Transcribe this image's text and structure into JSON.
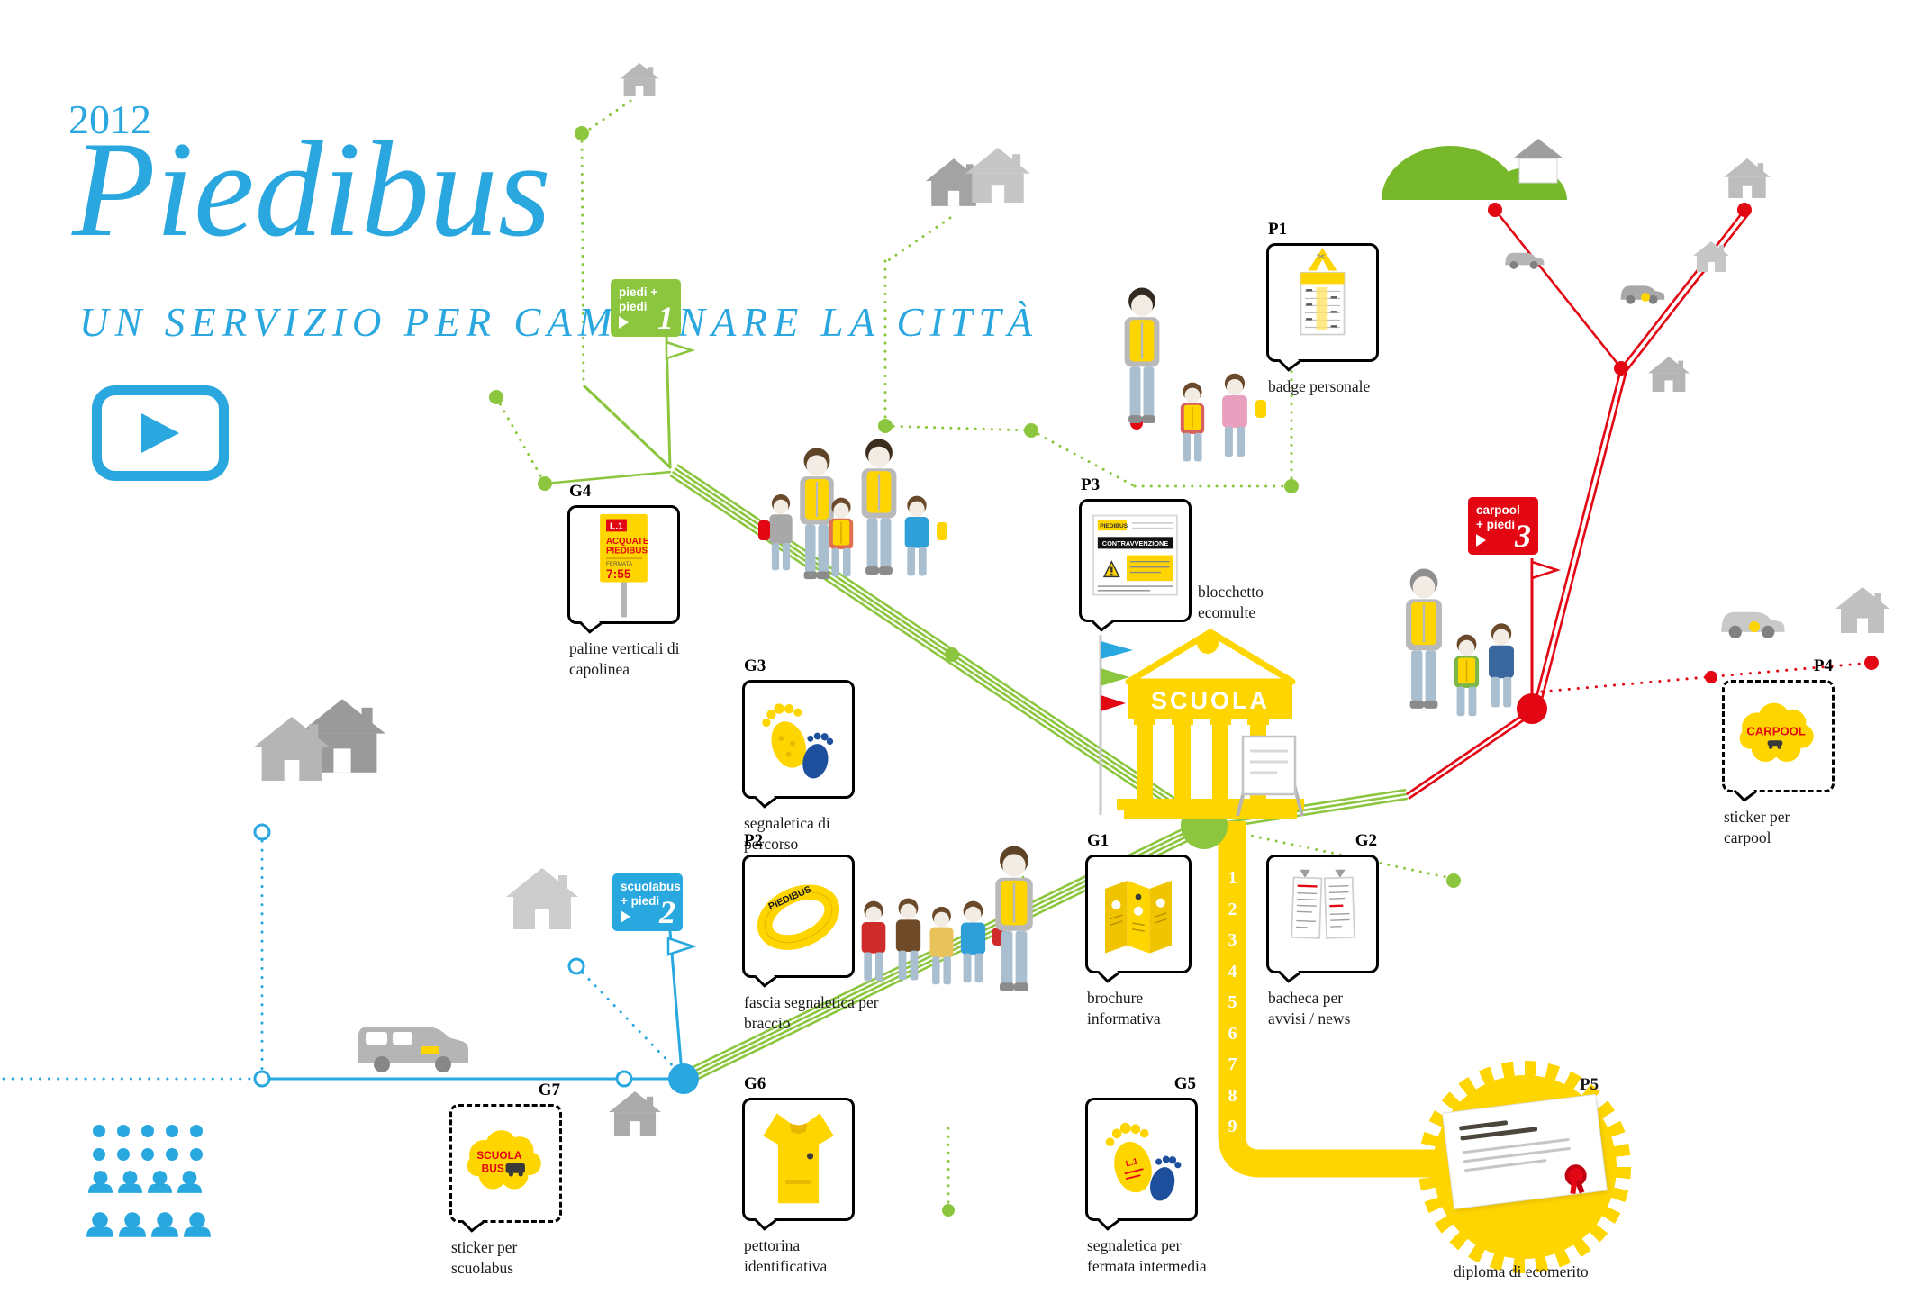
{
  "header": {
    "year": "2012",
    "title": "Piedibus",
    "subtitle": "UN SERVIZIO PER CAMMINARE LA CITTÀ"
  },
  "colors": {
    "blue": "#29a8e0",
    "green": "#8cc63f",
    "red": "#e30613",
    "yellow": "#ffd500"
  },
  "routes": [
    {
      "label_line1": "piedi +",
      "label_line2": "piedi",
      "number": "1"
    },
    {
      "label_line1": "scuolabus",
      "label_line2": "+ piedi",
      "number": "2"
    },
    {
      "label_line1": "carpool",
      "label_line2": "+ piedi",
      "number": "3"
    }
  ],
  "school": {
    "label": "SCUOLA"
  },
  "path_numbers": [
    "1",
    "2",
    "3",
    "4",
    "5",
    "6",
    "7",
    "8",
    "9"
  ],
  "callouts": [
    {
      "code": "G4",
      "caption": "paline verticali di capolinea",
      "sign_code": "L.1",
      "sign_line1": "ACQUATE",
      "sign_line2": "PIEDIBUS",
      "sign_stop": "FERMATA",
      "sign_time": "7:55"
    },
    {
      "code": "G3",
      "caption": "segnaletica di percorso"
    },
    {
      "code": "P1",
      "caption": "badge personale"
    },
    {
      "code": "P3",
      "caption": "blocchetto ecomulte",
      "ticket_brand": "PIEDIBUS",
      "ticket_band": "CONTRAVVENZIONE"
    },
    {
      "code": "P2",
      "caption": "fascia segnaletica per braccio",
      "band_text": "PIEDIBUS"
    },
    {
      "code": "G1",
      "caption": "brochure informativa"
    },
    {
      "code": "G2",
      "caption": "bacheca per avvisi / news"
    },
    {
      "code": "P4",
      "caption": "sticker per carpool",
      "sticker_text": "CARPOOL"
    },
    {
      "code": "G7",
      "caption": "sticker per scuolabus",
      "sticker_line1": "SCUOLA",
      "sticker_line2": "BUS"
    },
    {
      "code": "G6",
      "caption": "pettorina identificativa"
    },
    {
      "code": "G5",
      "caption": "segnaletica per fermata intermedia",
      "mark": "L.1"
    },
    {
      "code": "P5",
      "caption": "diploma di ecomerito"
    }
  ]
}
